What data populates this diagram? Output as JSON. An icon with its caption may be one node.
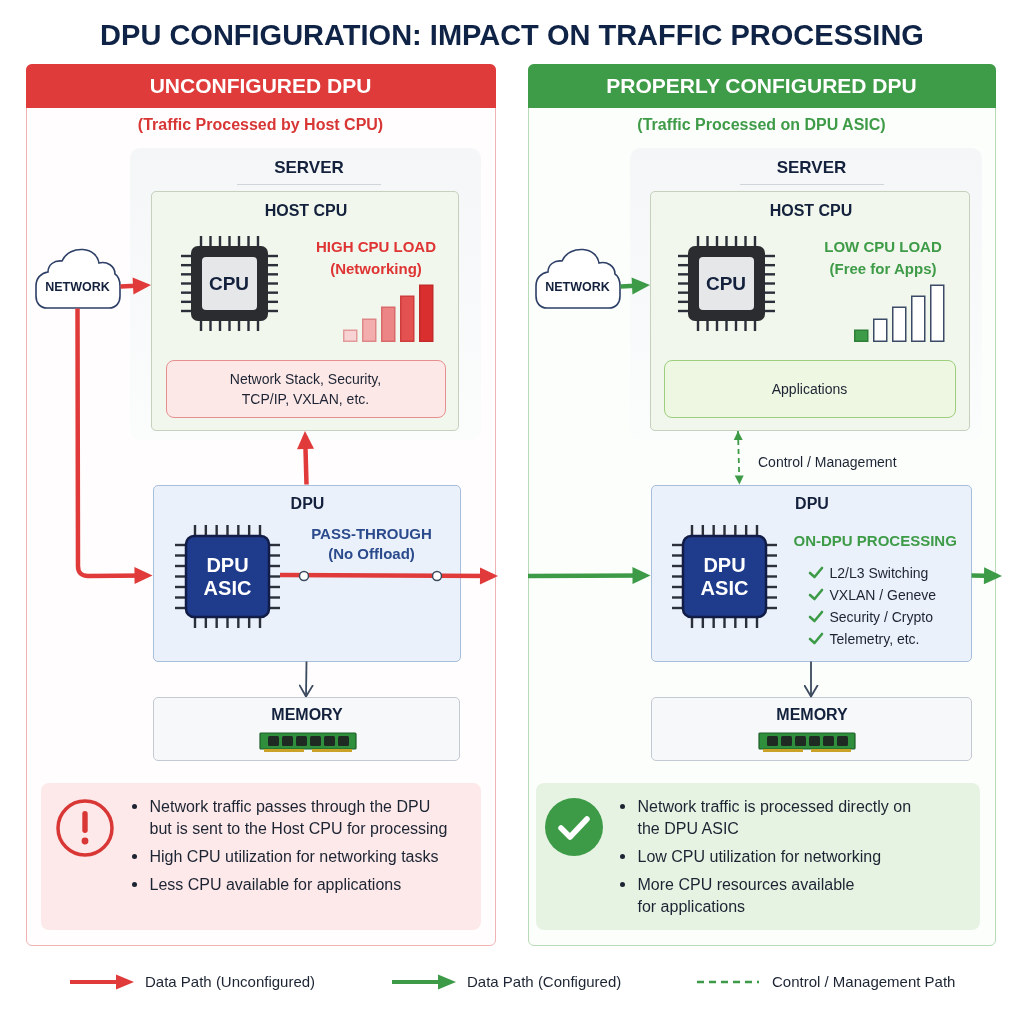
{
  "diagram": {
    "title": "DPU CONFIGURATION: IMPACT ON TRAFFIC PROCESSING",
    "nodes": [
      {
        "text": [
          "UNCONFIGURED DPU",
          "(Traffic Processed by Host CPU)"
        ]
      },
      {
        "text": [
          "SERVER"
        ],
        "in": 0
      },
      {
        "text": [
          "HOST CPU",
          "HIGH CPU LOAD (Networking)"
        ],
        "in": 1
      },
      {
        "text": [
          "CPU"
        ],
        "in": 2
      },
      {
        "text": [
          "Network Stack, Security, TCP/IP, VXLAN, etc."
        ],
        "in": 2
      },
      {
        "text": [
          "NETWORK"
        ],
        "in": 0
      },
      {
        "text": [
          "DPU",
          "PASS-THROUGH (No Offload)"
        ],
        "in": 0
      },
      {
        "text": [
          "DPU ASIC"
        ],
        "in": 6
      },
      {
        "text": [
          "MEMORY"
        ],
        "in": 0
      },
      {
        "text": [
          "Network traffic passes through the DPU but is sent to the Host CPU for processing",
          "High CPU utilization for networking tasks",
          "Less CPU available for applications"
        ],
        "in": 0
      },
      {
        "text": [
          "PROPERLY CONFIGURED DPU",
          "(Traffic Processed on DPU ASIC)"
        ]
      },
      {
        "text": [
          "SERVER"
        ],
        "in": 10
      },
      {
        "text": [
          "HOST CPU",
          "LOW CPU LOAD (Free for Apps)"
        ],
        "in": 11
      },
      {
        "text": [
          "CPU"
        ],
        "in": 12
      },
      {
        "text": [
          "Applications"
        ],
        "in": 12
      },
      {
        "text": [
          "NETWORK"
        ],
        "in": 10
      },
      {
        "text": [
          "DPU",
          "ON-DPU PROCESSING",
          "L2/L3 Switching",
          "VXLAN / Geneve",
          "Security / Crypto",
          "Telemetry, etc."
        ],
        "in": 10
      },
      {
        "text": [
          "DPU ASIC"
        ],
        "in": 16
      },
      {
        "text": [
          "MEMORY"
        ],
        "in": 10
      },
      {
        "text": [
          "Network traffic is processed directly on the DPU ASIC",
          "Low CPU utilization for networking",
          "More CPU resources available for applications"
        ],
        "in": 10
      }
    ],
    "edges": [
      {
        "from": 5,
        "to": 2,
        "arrow": "to",
        "color": "#e03a3a"
      },
      {
        "from": 5,
        "to": 6,
        "arrow": "to",
        "color": "#e03a3a"
      },
      {
        "from": 6,
        "to": 2,
        "arrow": "to",
        "color": "#e03a3a"
      },
      {
        "from": 7,
        "to": null,
        "arrow": "to",
        "color": "#e03a3a"
      },
      {
        "from": 6,
        "to": 8,
        "arrow": "to",
        "color": "#3b4a5e"
      },
      {
        "from": 15,
        "to": 12,
        "arrow": "to",
        "color": "#3d9b47"
      },
      {
        "from": null,
        "to": 16,
        "arrow": "to",
        "color": "#3d9b47"
      },
      {
        "from": 16,
        "to": null,
        "arrow": "to",
        "color": "#3d9b47"
      },
      {
        "from": 12,
        "to": 16,
        "arrow": "both",
        "label": "Control / Management",
        "style": "dashed",
        "color": "#3d9b47"
      },
      {
        "from": 16,
        "to": 18,
        "arrow": "to",
        "color": "#3b4a5e"
      }
    ],
    "legend": [
      {
        "text": "Data Path (Unconfigured)"
      },
      {
        "text": "Data Path (Configured)"
      },
      {
        "text": "Control / Management Path"
      }
    ]
  }
}
